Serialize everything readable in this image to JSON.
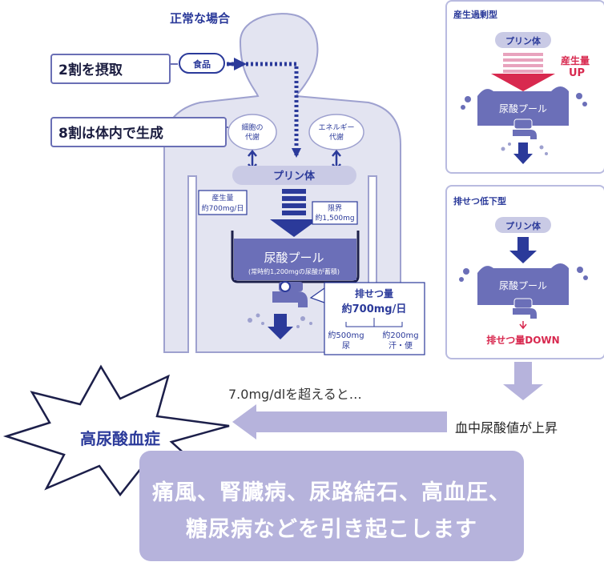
{
  "normal_case": {
    "title": "正常な場合",
    "intake_label": "2割を摂取",
    "food_label": "食品",
    "produced_label": "8割は体内で生成",
    "cell_metabolism": [
      "細胞の",
      "代謝"
    ],
    "energy_metabolism": [
      "エネルギー",
      "代謝"
    ],
    "purine_label": "プリン体",
    "production_amount": [
      "産生量",
      "約700mg/日"
    ],
    "limit": [
      "限界",
      "約1,500mg"
    ],
    "pool_title": "尿酸プール",
    "pool_note": "(常時約1,200mgの尿酸が蓄積)",
    "excretion_title": "排せつ量",
    "excretion_amount": "約700mg/日",
    "urine_amount": "約500mg",
    "urine_label": "尿",
    "sweat_amount": "約200mg",
    "sweat_label": "汗・便"
  },
  "overproduction": {
    "title": "産生過剰型",
    "purine_label": "プリン体",
    "production_label": [
      "産生量",
      "UP"
    ],
    "pool_label": "尿酸プール"
  },
  "underexcretion": {
    "title": "排せつ低下型",
    "purine_label": "プリン体",
    "pool_label": "尿酸プール",
    "excretion_label": "排せつ量DOWN"
  },
  "flow": {
    "blood_uric_rise": "血中尿酸値が上昇",
    "threshold": "7.0mg/dlを超えると…",
    "disease": "高尿酸血症"
  },
  "result": {
    "line1": "痛風、腎臓病、尿路結石、高血圧、",
    "line2": "糖尿病などを引き起こします"
  },
  "colors": {
    "navy": "#2b3a9a",
    "lilac": "#b6b3dc",
    "body_fill": "#e3e4f1",
    "pool": "#6b6fb8",
    "red": "#d8294f",
    "pink": "#e8a3bd"
  }
}
